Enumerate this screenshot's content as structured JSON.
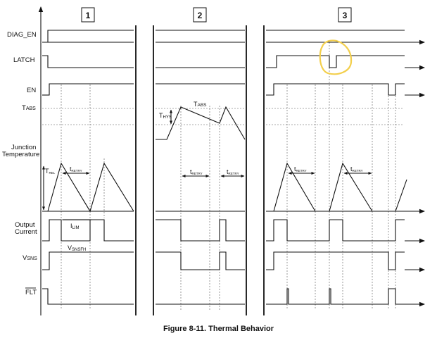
{
  "diagram": {
    "caption": "Figure 8-11. Thermal Behavior",
    "panels": [
      "1",
      "2",
      "3"
    ],
    "signals": {
      "diag_en": "DIAG_EN",
      "latch": "LATCH",
      "en": "EN",
      "tabs_main": "T",
      "tabs_sub": "ABS",
      "junction_line1": "Junction",
      "junction_line2": "Temperature",
      "output_line1": "Output",
      "output_line2": "Current",
      "vsns_main": "V",
      "vsns_sub": "SNS",
      "flt": "FLT"
    },
    "annotations": {
      "trel_main": "T",
      "trel_sub": "REL",
      "tretry_main": "t",
      "tretry_sub": "RETRY",
      "ilim_main": "I",
      "ilim_sub": "LIM",
      "vsnsfh_main": "V",
      "vsnsfh_sub": "SNSFH",
      "thys_main": "T",
      "thys_sub": "HYS",
      "tabs_main": "T",
      "tabs_sub": "ABS"
    },
    "highlight": {
      "color": "#f3cf4c"
    }
  }
}
